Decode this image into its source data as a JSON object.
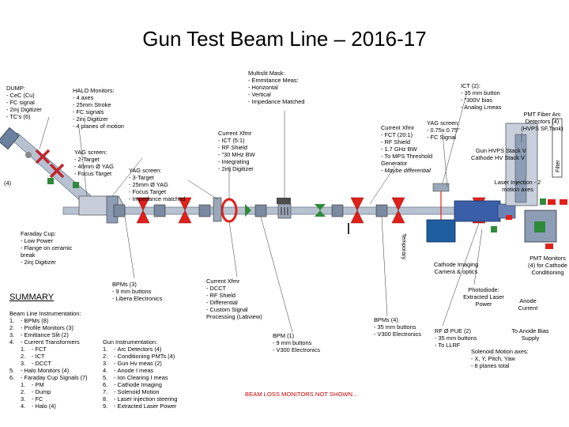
{
  "title": "Gun Test Beam Line – 2016-17",
  "labels": {
    "dump": {
      "title": "DUMP:",
      "items": [
        "CeC (Cu)",
        "FC signal",
        "2inj Digitizer",
        "TC's (6)"
      ]
    },
    "halo": {
      "title": "HALO Monitors:",
      "items": [
        "4 axes",
        "25mm Stroke",
        "FC signals",
        "2inj Digitizer",
        "4 planes of motion"
      ]
    },
    "multislit": {
      "title": "Multislit Mask:",
      "items": [
        "Emmitance Meas:",
        "Horizontal",
        "Vertical",
        "Impedance Matched"
      ]
    },
    "ict2": {
      "title": "ICT (2):",
      "items": [
        "35 mm button",
        "\"300V bias",
        "Analog Lmeas"
      ]
    },
    "pmt_fiber": "PMT Fiber Arc Detectors (4) (HVPS SF,Tank)",
    "filter": "Filter",
    "yag1": {
      "title": "YAG screen:",
      "items": [
        "2-Target",
        "40mm Ø YAG",
        "Focus Target"
      ]
    },
    "yag2": {
      "title": "YAG screen:",
      "items": [
        "3-Target",
        "25mm Ø YAG",
        "Focus Target",
        "Impedance matched"
      ]
    },
    "ct_xfmr1": {
      "title": "Current Xfmr",
      "items": [
        "ICT (5:1)",
        "RF Shield",
        "\"30 MHz BW",
        "Integrating",
        "2inj Digitizer"
      ]
    },
    "ct_xfmr2": {
      "title": "Current Xfmr",
      "items": [
        "FCT (20:1)",
        "RF Shield",
        "1.7 GHz BW",
        "To MPS Threshold Generator",
        "Maybe differential"
      ]
    },
    "yag3": {
      "title": "YAG screen:",
      "items": [
        "0.75x 0.75\"",
        "FC Signal"
      ]
    },
    "gun_hvps": "Gun HVPS Stack V",
    "cathode_hv": "Cathode HV Stack V",
    "laser_injection": "Laser Injection - 2 motion axes",
    "faraday": {
      "title": "Faraday Cup:",
      "items": [
        "Low Power",
        "Flange on ceramic break",
        "2inj Digitizer"
      ]
    },
    "temporary": "Temporary",
    "cathode_imaging": "Cathode Imaging Camera & optics",
    "pmt_monitors": "PMT Monitors (4) for Cathode Conditioning",
    "photodiode": "Photodiode: Extracted Laser Power",
    "anode_current": "Anode Current",
    "bpms3": {
      "title": "BPMs (3)",
      "items": [
        "9 mm buttons",
        "Libera Electronics"
      ]
    },
    "ct_xfmr3": {
      "title": "Current Xfmr",
      "items": [
        "DCCT",
        "RF Shield",
        "Differential",
        "Custom Signal Processing (Labview)"
      ]
    },
    "bpm1": {
      "title": "BPM (1)",
      "items": [
        "9 mm buttons",
        "V300 Electronics"
      ]
    },
    "bpms4": {
      "title": "BPMs (4)",
      "items": [
        "35 mm buttons",
        "V300 Electronics"
      ]
    },
    "rf_pue": {
      "title": "RF Ø PUE (2)",
      "items": [
        "35 mm buttons",
        "To LLRF"
      ]
    },
    "to_anode": "To Anode Bias Supply",
    "solenoid": {
      "title": "Solenoid Motion axes:",
      "items": [
        "X, Y, Pitch, Yaw",
        "8 planes total"
      ]
    },
    "beam_loss": "BEAM LOSS MONITORS NOT SHOWN...",
    "marker4": "(4)"
  },
  "summary": {
    "heading": "SUMMARY",
    "beamline_title": "Beam Line Instrumentation:",
    "beamline": [
      {
        "n": "1.",
        "t": "BPMs (8)"
      },
      {
        "n": "2.",
        "t": "Profile Monitors (3)"
      },
      {
        "n": "3.",
        "t": "Emittance Slit (2)"
      },
      {
        "n": "4.",
        "t": "Current Transformers"
      },
      {
        "n": "1.",
        "t": "FCT",
        "sub": true
      },
      {
        "n": "2.",
        "t": "ICT",
        "sub": true
      },
      {
        "n": "3.",
        "t": "DCCT",
        "sub": true
      },
      {
        "n": "5.",
        "t": "Halo Monitors (4)"
      },
      {
        "n": "6.",
        "t": "Faraday Cup Signals (7)"
      },
      {
        "n": "1.",
        "t": "PM",
        "sub": true
      },
      {
        "n": "2.",
        "t": "Dump",
        "sub": true
      },
      {
        "n": "3.",
        "t": "FC",
        "sub": true
      },
      {
        "n": "4.",
        "t": "Halo (4)",
        "sub": true
      }
    ],
    "gun_title": "Gun Instrumentation:",
    "gun": [
      {
        "n": "1.",
        "t": "Arc Detectors (4)"
      },
      {
        "n": "2.",
        "t": "Conditioning PMTs (4)"
      },
      {
        "n": "3.",
        "t": "Gun Hv meas (2)"
      },
      {
        "n": "4.",
        "t": "Anode I meas"
      },
      {
        "n": "5.",
        "t": "Ion Clearing I meas"
      },
      {
        "n": "6.",
        "t": "Cathode Imaging"
      },
      {
        "n": "7.",
        "t": "Solenoid Motion"
      },
      {
        "n": "8.",
        "t": "Laser injection steering"
      },
      {
        "n": "9.",
        "t": "Extracted Laser Power"
      }
    ]
  },
  "colors": {
    "pipe": "#9aa7b8",
    "magnet": "#2e4f8a",
    "red": "#e0201b",
    "green": "#2f8a3a",
    "steel": "#8c9db5",
    "gun": "#3a5fa8"
  }
}
